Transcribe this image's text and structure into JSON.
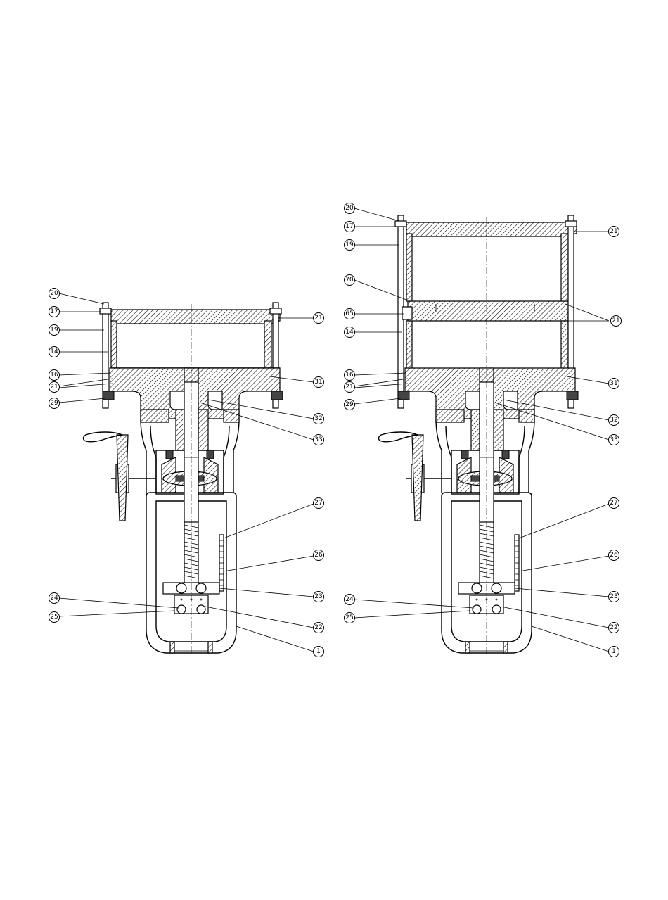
{
  "figure": {
    "views": [
      {
        "name": "single-cylinder-actuator",
        "callouts": [
          "20",
          "17",
          "19",
          "14",
          "16",
          "21",
          "29",
          "21",
          "31",
          "32",
          "33",
          "27",
          "26",
          "23",
          "24",
          "25",
          "22",
          "1"
        ]
      },
      {
        "name": "tandem-cylinder-actuator",
        "callouts": [
          "20",
          "17",
          "19",
          "70",
          "65",
          "14",
          "16",
          "21",
          "29",
          "21",
          "21",
          "31",
          "32",
          "33",
          "27",
          "26",
          "23",
          "24",
          "25",
          "22",
          "1"
        ]
      }
    ]
  }
}
